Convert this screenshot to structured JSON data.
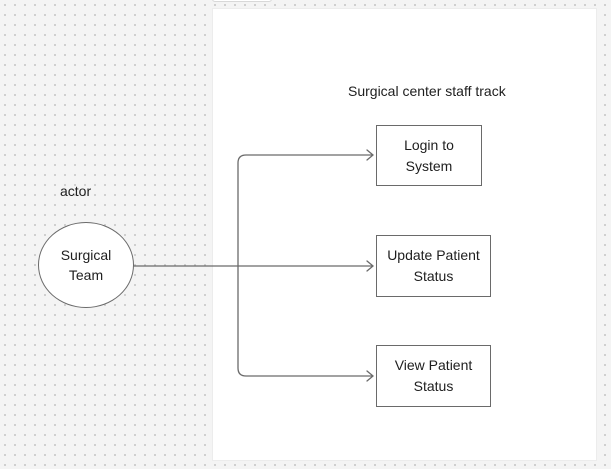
{
  "diagram": {
    "title": "Surgical center staff track",
    "actor_label": "actor",
    "actor": {
      "name": "Surgical Team"
    },
    "use_cases": [
      {
        "label": "Login to System"
      },
      {
        "label": "Update Patient Status"
      },
      {
        "label": "View Patient Status"
      }
    ],
    "colors": {
      "canvas": "#f4f4f4",
      "frame": "#ffffff",
      "stroke": "#6a6a6a",
      "text": "#1e1e1e"
    }
  }
}
